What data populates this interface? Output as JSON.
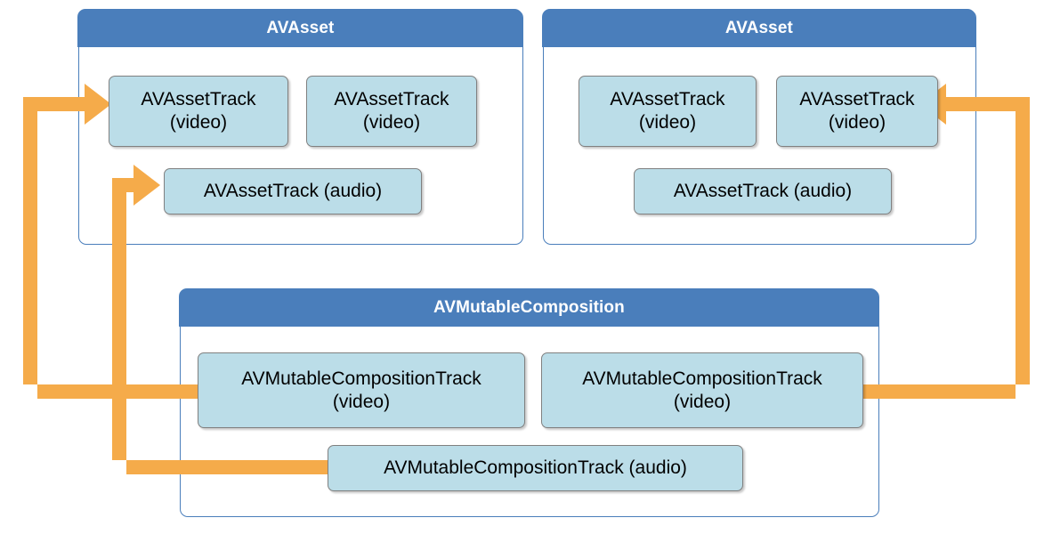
{
  "diagram": {
    "title_hidden": "",
    "colors": {
      "header_blue": "#4a7ebb",
      "track_fill": "#bbdde8",
      "track_border": "#808080",
      "arrow_orange": "#f5ab4a",
      "canvas": "#ffffff"
    },
    "containers": [
      {
        "id": "avasset-left",
        "title": "AVAsset",
        "tracks": [
          {
            "id": "left-video-1",
            "label": "AVAssetTrack\n(video)",
            "kind": "video"
          },
          {
            "id": "left-video-2",
            "label": "AVAssetTrack\n(video)",
            "kind": "video"
          },
          {
            "id": "left-audio-1",
            "label": "AVAssetTrack (audio)",
            "kind": "audio"
          }
        ]
      },
      {
        "id": "avasset-right",
        "title": "AVAsset",
        "tracks": [
          {
            "id": "right-video-1",
            "label": "AVAssetTrack\n(video)",
            "kind": "video"
          },
          {
            "id": "right-video-2",
            "label": "AVAssetTrack\n(video)",
            "kind": "video"
          },
          {
            "id": "right-audio-1",
            "label": "AVAssetTrack (audio)",
            "kind": "audio"
          }
        ]
      },
      {
        "id": "avmutablecomposition",
        "title": "AVMutableComposition",
        "tracks": [
          {
            "id": "comp-video-1",
            "label": "AVMutableCompositionTrack\n(video)",
            "kind": "video"
          },
          {
            "id": "comp-video-2",
            "label": "AVMutableCompositionTrack\n(video)",
            "kind": "video"
          },
          {
            "id": "comp-audio-1",
            "label": "AVMutableCompositionTrack (audio)",
            "kind": "audio"
          }
        ]
      }
    ],
    "connections": [
      {
        "id": "conn-video-left",
        "from": "comp-video-1",
        "to": "left-video-1",
        "direction": "left-up-right"
      },
      {
        "id": "conn-audio-left",
        "from": "comp-audio-1",
        "to": "left-audio-1",
        "direction": "left-up-right"
      },
      {
        "id": "conn-video-right",
        "from": "comp-video-2",
        "to": "right-video-2",
        "direction": "right-up-left"
      }
    ]
  }
}
